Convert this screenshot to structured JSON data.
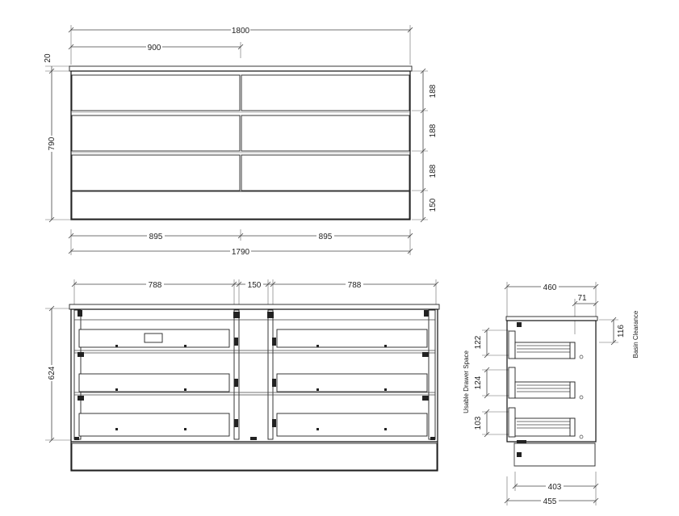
{
  "front": {
    "overall_width": "1800",
    "half_width": "900",
    "top_thickness": "20",
    "overall_height": "790",
    "drawer_heights": [
      "188",
      "188",
      "188"
    ],
    "kick_height": "150",
    "drawer_width_left": "895",
    "drawer_width_right": "895",
    "carcass_width": "1790"
  },
  "interior": {
    "bay_left": "788",
    "gap": "150",
    "bay_right": "788",
    "internal_height": "624"
  },
  "side": {
    "depth": "460",
    "offset": "71",
    "basin_clearance_value": "116",
    "basin_clearance_label": "Basin Clearance",
    "usable_space_label": "Usable Drawer Space",
    "usable_heights": [
      "122",
      "124",
      "103"
    ],
    "inner_depth": "403",
    "carcass_depth": "455"
  },
  "colors": {
    "line": "#444444",
    "text": "#222222"
  }
}
